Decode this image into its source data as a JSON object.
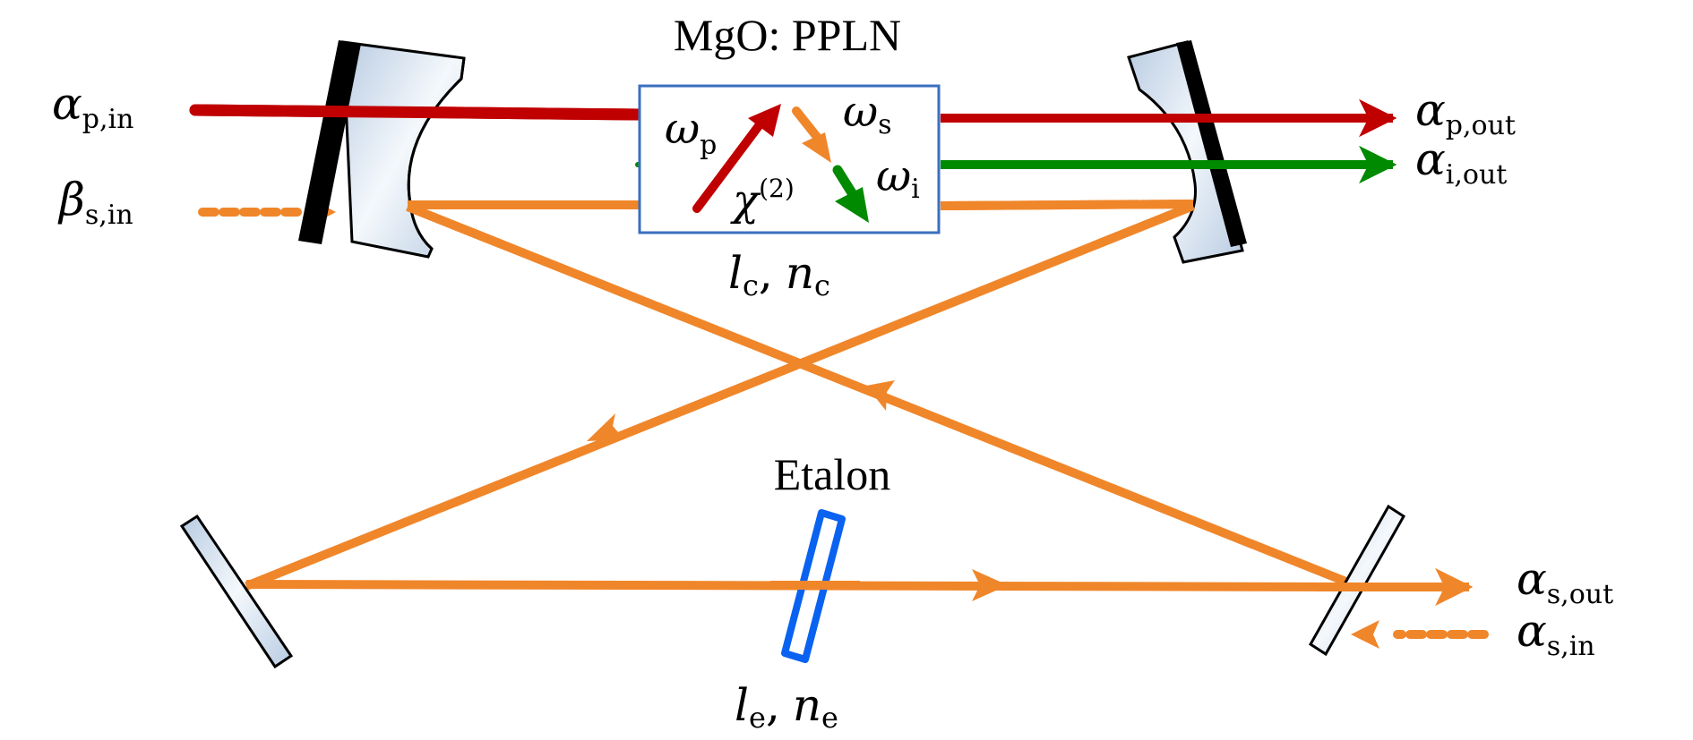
{
  "title": "Ring cavity OPO with MgO:PPLN crystal and intracavity etalon",
  "colors": {
    "pump": "#c00000",
    "signal": "#f0862a",
    "idler": "#008a00",
    "crystal_border": "#3a6fbf",
    "etalon": "#0a62f0",
    "mirror_fill": "#c9d7e8",
    "mirror_coating": "#000000"
  },
  "crystal": {
    "name": "MgO: PPLN",
    "params": {
      "l": "l",
      "l_sub": "c",
      "sep": ",",
      "n": "n",
      "n_sub": "c"
    },
    "process": {
      "pump": {
        "sym": "ω",
        "sub": "p"
      },
      "signal": {
        "sym": "ω",
        "sub": "s"
      },
      "idler": {
        "sym": "ω",
        "sub": "i"
      },
      "nonlinearity": {
        "sym": "χ",
        "sup": "(2)"
      }
    }
  },
  "etalon": {
    "name": "Etalon",
    "params": {
      "l": "l",
      "l_sub": "e",
      "sep": ",",
      "n": "n",
      "n_sub": "e"
    }
  },
  "ports": {
    "pump_in": {
      "sym": "α",
      "sub": "p,in"
    },
    "seed_in": {
      "sym": "β",
      "sub": "s,in"
    },
    "pump_out": {
      "sym": "α",
      "sub": "p,out"
    },
    "idler_out": {
      "sym": "α",
      "sub": "i,out"
    },
    "signal_out": {
      "sym": "α",
      "sub": "s,out"
    },
    "signal_in": {
      "sym": "α",
      "sub": "s,in"
    }
  },
  "components": [
    {
      "id": "input-coupler",
      "type": "curved-mirror"
    },
    {
      "id": "output-mirror-top",
      "type": "curved-mirror"
    },
    {
      "id": "fold-mirror-left",
      "type": "flat-mirror"
    },
    {
      "id": "output-coupler",
      "type": "flat-mirror"
    },
    {
      "id": "crystal",
      "type": "nonlinear-crystal"
    },
    {
      "id": "etalon",
      "type": "etalon"
    }
  ]
}
